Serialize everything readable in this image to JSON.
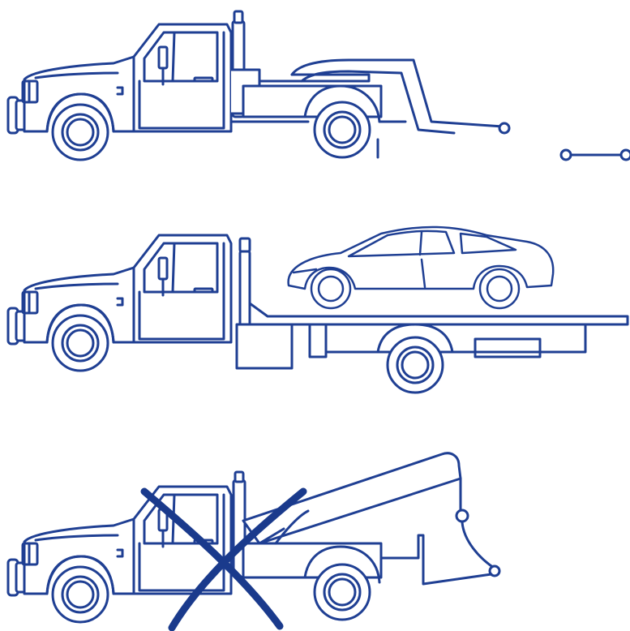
{
  "colors": {
    "line": "#1f3f93",
    "cross": "#1a3a8c",
    "background": "#ffffff"
  },
  "illustration": {
    "panels": [
      {
        "id": "wheel-lift",
        "icon": "wheel-lift-tow-truck-icon",
        "variant": "wheel-lift"
      },
      {
        "id": "flatbed",
        "icon": "flatbed-tow-truck-icon",
        "variant": "flatbed"
      },
      {
        "id": "boom-hook",
        "icon": "hook-and-chain-tow-truck-icon",
        "variant": "boom",
        "crossed_out": true
      }
    ]
  }
}
